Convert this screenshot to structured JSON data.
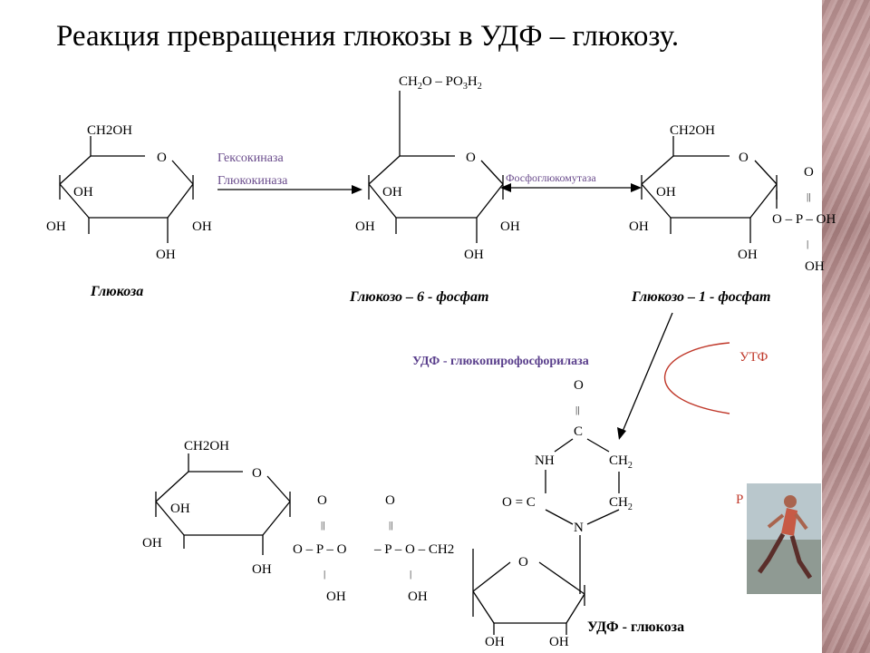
{
  "title": "Реакция превращения глюкозы в УДФ – глюкозу.",
  "atoms": {
    "ch2oh": "CH2OH",
    "ch2": "CH",
    "sub2": "2",
    "sub3": "3",
    "o": "O",
    "oh": "OH",
    "c": "C",
    "nh": "NH",
    "n": "N",
    "dbl": "||",
    "single": "|",
    "ch2o_po3h2_a": "CH",
    "ch2o_po3h2_b": "O – PO",
    "ch2o_po3h2_c": "H",
    "o_p_oh": "O – P – OH",
    "o_p_o": "O – P – O",
    "p_o_ch2": "– P – O – CH2",
    "o_eq_c": "O = C"
  },
  "compounds": {
    "glucose": "Глюкоза",
    "g6p": "Глюкозо – 6 - фосфат",
    "g1p": "Глюкозо – 1 - фосфат",
    "udpg": "УДФ - глюкоза"
  },
  "enzymes": {
    "hexokinase": "Гексокиназа",
    "glucokinase": "Глюкокиназа",
    "phosphoglucomutase": "Фосфоглюкомутаза",
    "udp_pyrophosphorylase": "УДФ - глюкопирофосфорилаза"
  },
  "cofactors": {
    "utp": "УТФ",
    "ppi_partial": "Р"
  },
  "colors": {
    "enzyme": "#6a4c8c",
    "cofactor": "#c0392b",
    "band": "#b78f8f"
  }
}
